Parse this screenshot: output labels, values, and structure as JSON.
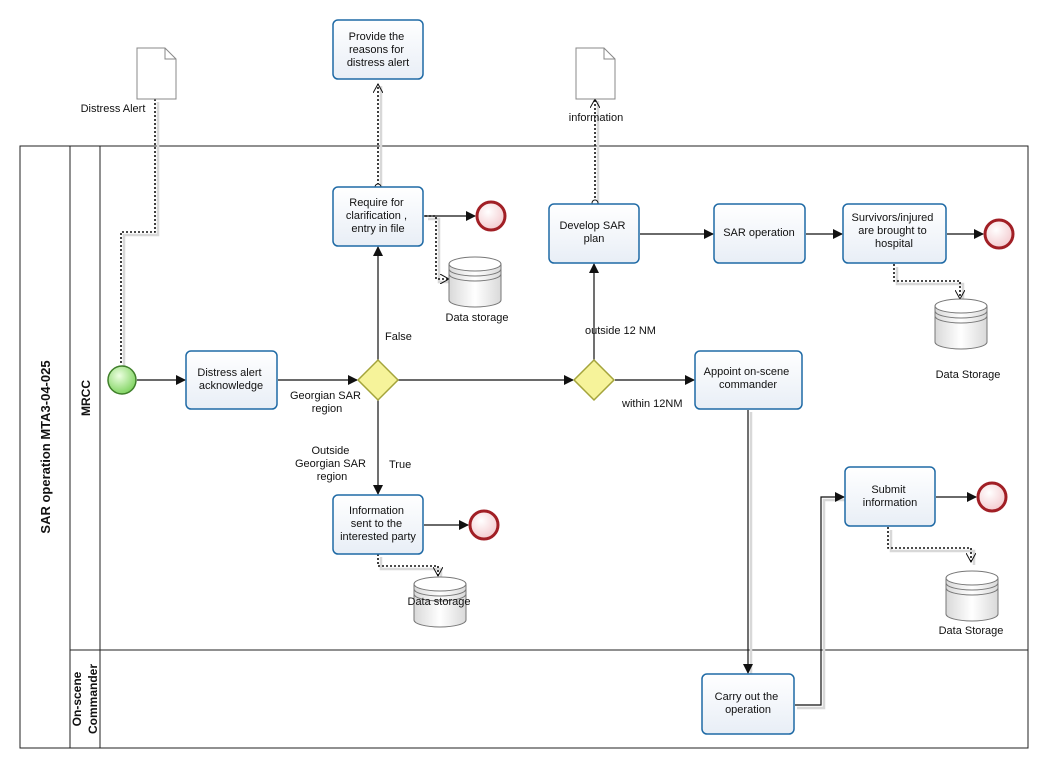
{
  "pool": {
    "title": "SAR operation MTA3-04-025"
  },
  "lanes": [
    {
      "label": "MRCC"
    },
    {
      "label_line1": "On-scene",
      "label_line2": "Commander"
    }
  ],
  "tasks": {
    "distress_ack": [
      "Distress alert",
      "acknowledge"
    ],
    "require_clarification": [
      "Require for",
      "clarification ,",
      "entry in file"
    ],
    "provide_reasons": [
      "Provide  the",
      "reasons for",
      "distress alert"
    ],
    "information_sent": [
      "Information",
      "sent to the",
      "interested party"
    ],
    "develop_sar_plan": [
      "Develop SAR",
      "plan"
    ],
    "sar_operation": [
      "SAR operation"
    ],
    "survivors_hospital": [
      "Survivors/injured",
      "are brought  to",
      "hospital"
    ],
    "appoint_commander": [
      "Appoint on-scene",
      "commander"
    ],
    "submit_information": [
      "Submit",
      "information"
    ],
    "carry_out": [
      "Carry out the",
      "operation"
    ]
  },
  "documents": {
    "distress_alert": "Distress Alert",
    "information": "information"
  },
  "data_stores": {
    "store1": "Data  storage",
    "store2": "Data storage",
    "store3": "Data Storage",
    "store4": "Data Storage"
  },
  "flow_labels": {
    "georgian_sar": [
      "Georgian  SAR",
      "region"
    ],
    "outside_georgian": [
      "Outside",
      "Georgian SAR",
      "region"
    ],
    "true_label": "True",
    "false_label": "False",
    "outside_12nm": "outside 12 NM",
    "within_12nm": "within 12NM"
  },
  "colors": {
    "task_border": "#1f6aa5",
    "start_event": "#7ad15a",
    "end_event": "#c0262d",
    "gateway_fill": "#f3f08a",
    "gateway_stroke": "#a4a43b"
  }
}
